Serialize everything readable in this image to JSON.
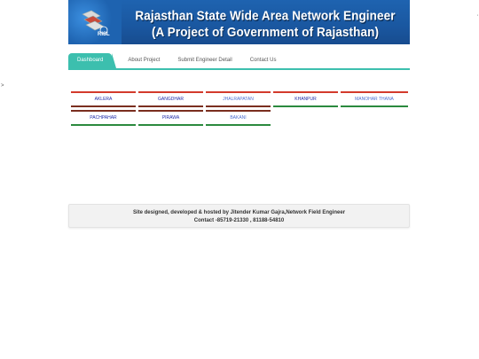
{
  "page": {
    "side_mark": ">"
  },
  "header": {
    "logo_text": "RISL",
    "title_line1": "Rajasthan State Wide Area Network Engineer",
    "title_line2": "(A Project of Government of Rajasthan)",
    "corner_mark": "'"
  },
  "nav": {
    "tabs": [
      {
        "label": "Dashboard",
        "active": true
      },
      {
        "label": "About Project",
        "active": false
      },
      {
        "label": "Submit Engineer Detail",
        "active": false
      },
      {
        "label": "Contact Us",
        "active": false
      }
    ]
  },
  "locations": {
    "row1": [
      {
        "label": "AKLERA"
      },
      {
        "label": "GANGDHAR"
      },
      {
        "label": "JHALRAPATAN"
      },
      {
        "label": "KHANPUR"
      },
      {
        "label": "MANOHAR THANA"
      }
    ],
    "row2": [
      {
        "label": "PACHPAHAR"
      },
      {
        "label": "PIRAWA"
      },
      {
        "label": "BAKANI"
      }
    ]
  },
  "footer": {
    "line1": "Site designed, developed & hosted by Jitender Kumar Gajra,Network Field Engineer",
    "line2": "Contact -85719-21330 , 81188-54810"
  },
  "colors": {
    "banner": "#1e63b0",
    "nav_accent": "#3cbfae",
    "border_red": "#d33a2c",
    "border_green": "#2b8a3e",
    "border_brown": "#7a2e1f",
    "link": "#1f2aa8"
  },
  "icons": {
    "logo": "risl-logo-icon"
  }
}
